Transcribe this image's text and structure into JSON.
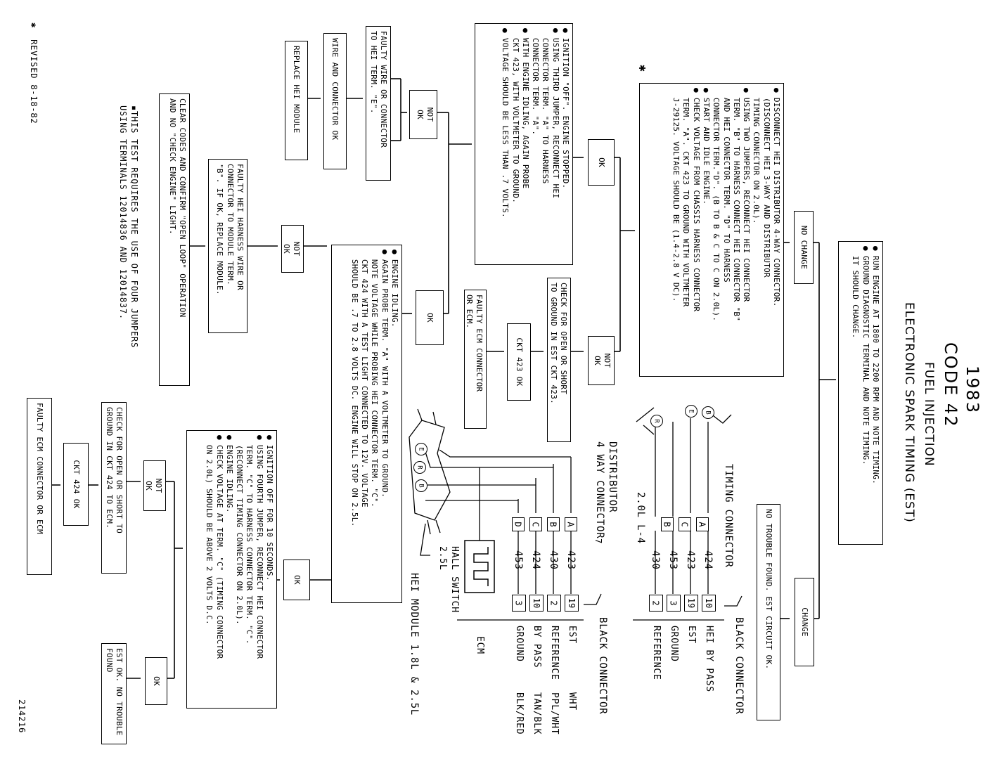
{
  "title": {
    "year": "1983",
    "code": "CODE 42",
    "system": "FUEL INJECTION",
    "subtitle": "ELECTRONIC SPARK TIMING (EST)"
  },
  "revised_note": "✱  REVISED 8-18-82",
  "star_mark": "✱",
  "test_note": "▪THIS TEST REQUIRES THE USE OF FOUR JUMPERS\nUSING TERMINALS 12014836 AND 12014837.",
  "figure_number": "214216",
  "boxes": {
    "start": "● RUN ENGINE AT 1800 TO 2200 RPM AND NOTE TIMING.\n● GROUND DIAGNOSTIC TERMINAL AND NOTE TIMING.\n  IT SHOULD CHANGE.",
    "no_change": "NO CHANGE",
    "change": "CHANGE",
    "no_trouble": "NO TROUBLE FOUND. EST CIRCUIT OK.",
    "disconnect": "● DISCONNECT HEI DISTRIBUTOR 4-WAY CONNECTOR.\n  (DISCONNECT HEI 3-WAY AND DISTRIBUTOR\n  TIMING CONNECTOR ON 2.0L).\n● USING TWO JUMPERS, RECONNECT HEI CONNECTOR\n  TERM. \"B\" TO HARNESS CONNECT HEI CONNECTOR \"B\"\n  AND HEI CONNECTOR TERM. \"D\" TO HARNESS\n  CONNECTOR TERM.\"D\". (B TO B & C TO C ON 2.0L).\n● START AND IDLE ENGINE.\n● CHECK VOLTAGE FROM CHASSIS HARNESS CONNECTOR\n  TERM. \"A\". CKT 423 TO GROUND WITH VOLTMETER\n  J-29125. VOLTAGE SHOULD BE (1.4-2.8 V DC).",
    "ok_1": "OK",
    "not_ok_1": "NOT\nOK",
    "check_open_423": "CHECK FOR OPEN OR SHORT\nTO GROUND IN EST CKT 423.",
    "ckt_423_ok": "CKT 423 OK",
    "faulty_ecm_1": "FAULTY ECM CONNECTOR\nOR ECM.",
    "ignition_off_1": "● IGNITION \"OFF\". ENGINE STOPPED.\n● USING THIRD JUMPER, RECONNECT HEI\n  CONNECTOR TERM. \"A\" TO HARNESS\n  CONNECTOR TERM. \"A\".\n● WITH ENGINE IDLING, AGAIN PROBE\n  CKT 423, WITH VOLTMETER TO GROUND.\n● VOLTAGE SHOULD BE LESS THAN .7 VOLTS.",
    "not_ok_2": "NOT\nOK",
    "faulty_wire_e": "FAULTY WIRE OR CONNECTOR\nTO HEI TERM. \"E\".",
    "wire_connector_ok": "WIRE AND CONNECTOR OK",
    "replace_hei": "REPLACE HEI MODULE",
    "ok_2": "OK",
    "engine_idling": "● ENGINE IDLING.\n● AGAIN PROBE TERM. \"A\" WITH A VOLTMETER TO GROUND.\n  NOTE VOLTAGE WHILE PROBING HEI CONNECTOR TERM. \"C\".\n  CKT 424 WITH A TEST LIGHT CONNECTED TO 12V. VOLTAGE\n  SHOULD BE .7 TO 2.8 VOLTS DC. ENGINE WILL STOP ON 2.5L.",
    "not_ok_3": "NOT\nOK",
    "faulty_harness": "FAULTY HEI HARNESS WIRE OR\nCONNECTOR TO MODULE TERM.\n\"B\". IF OK, REPLACE MODULE.",
    "clear_codes": "CLEAR CODES AND CONFIRM \"OPEN LOOP\" OPERATION\nAND NO \"CHECK ENGINE\" LIGHT.",
    "ok_3": "OK",
    "ignition_off_10": "● IGNITION OFF FOR 10 SECONDS.\n● USING FOURTH JUMPER, RECONNECT HEI CONNECTOR\n  TERM. \"C\" TO HARNESS CONNECTOR TERM. \"C\".\n  (RECONNECT TIMING CONNECTOR ON 2.0L).\n● ENGINE IDLING.\n● CHECK VOLTAGE AT TERM. \"C\" (TIMING CONNECTOR\n  ON 2.0L) SHOULD BE ABOVE 2 VOLTS D.C.",
    "not_ok_4": "NOT\nOK",
    "check_open_424": "CHECK FOR OPEN OR SHORT TO\nGROUND IN CKT 424 TO ECM.",
    "ckt_424_ok": "CKT 424 OK",
    "faulty_ecm_2": "FAULTY ECM CONNECTOR OR ECM",
    "ok_4": "OK",
    "est_ok": "EST OK. NO TROUBLE\nFOUND"
  },
  "wiring_20": {
    "engine": "2.0L L-4",
    "timing_connector": "TIMING CONNECTOR",
    "black_connector": "BLACK CONNECTOR",
    "connector_pins": [
      "A",
      "C",
      "B"
    ],
    "wires": [
      "424",
      "423",
      "453",
      "430"
    ],
    "ecm_pins": [
      "10",
      "19",
      "3",
      "2"
    ],
    "labels": [
      "HEI BY PASS",
      "EST",
      "GROUND",
      "REFERENCE"
    ],
    "circles": [
      "B",
      "E",
      "R"
    ]
  },
  "wiring_18": {
    "distributor": "DISTRIBUTOR\n4 WAY CONNECTOR",
    "pin_marker": "7",
    "black_connector": "BLACK CONNECTOR",
    "connector_pins": [
      "A",
      "B",
      "C",
      "D"
    ],
    "wires": [
      "423",
      "430",
      "424",
      "453"
    ],
    "ecm_pins": [
      "19",
      "2",
      "10",
      "3"
    ],
    "labels": [
      "EST",
      "REFERENCE",
      "BY PASS",
      "GROUND"
    ],
    "colors": [
      "WHT",
      "PPL/WHT",
      "TAN/BLK",
      "BLK/RED"
    ],
    "ecm": "ECM",
    "hall_switch": "HALL SWITCH\n2.5L",
    "hei_module": "HEI MODULE 1.8L & 2.5L",
    "circles": [
      "E",
      "R",
      "B"
    ]
  }
}
